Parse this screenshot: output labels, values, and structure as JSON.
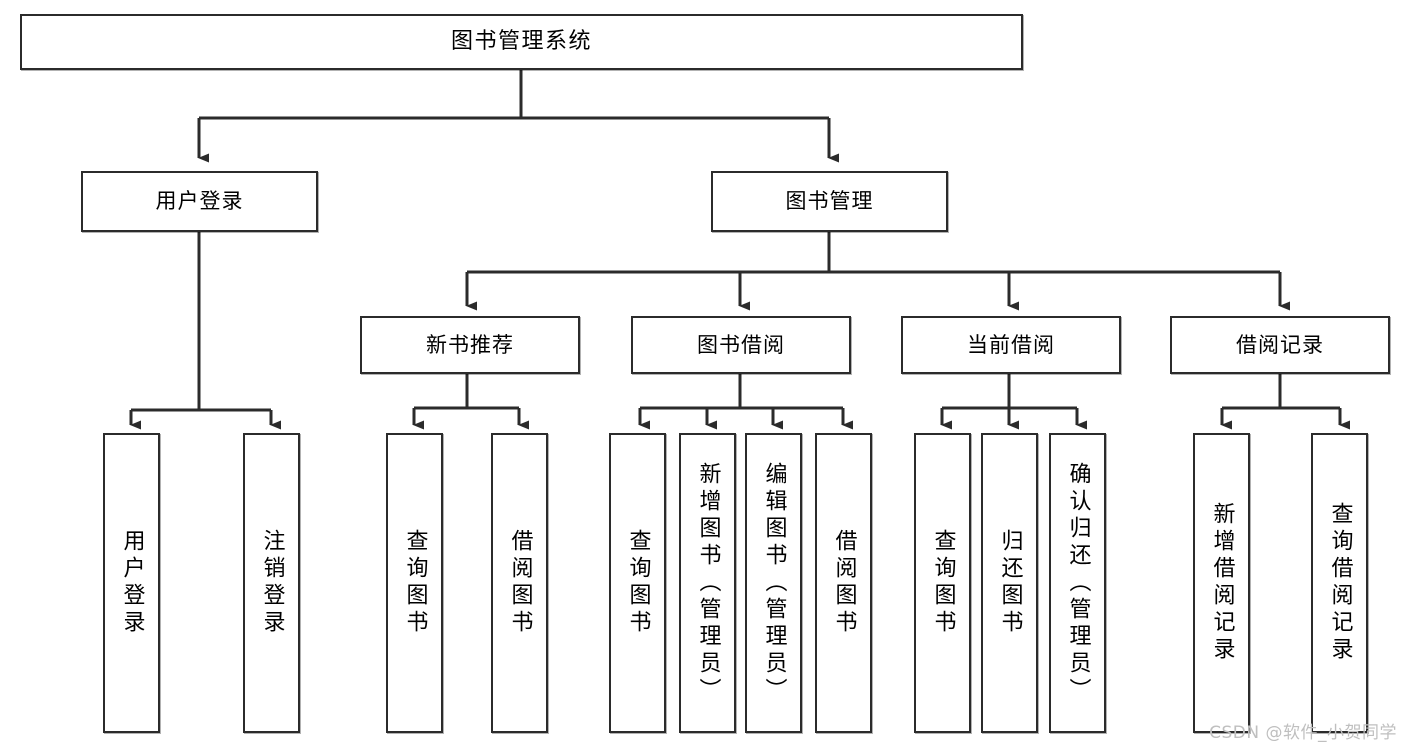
{
  "diagram": {
    "title": "图书管理系统",
    "type": "tree-hierarchy",
    "watermark": "CSDN @软件_小贺同学",
    "line_color": "#2b2b2b",
    "box_fill": "#ffffff",
    "text_color": "#000000",
    "watermark_color": "#bfbfbf"
  },
  "nodes": {
    "root": {
      "label": "图书管理系统",
      "level": 1
    },
    "l2": [
      {
        "label": "用户登录",
        "level": 2
      },
      {
        "label": "图书管理",
        "level": 2
      }
    ],
    "l3": [
      {
        "label": "新书推荐",
        "level": 3
      },
      {
        "label": "图书借阅",
        "level": 3
      },
      {
        "label": "当前借阅",
        "level": 3
      },
      {
        "label": "借阅记录",
        "level": 3
      }
    ],
    "leaves": [
      {
        "label": "用户登录",
        "parent": "用户登录"
      },
      {
        "label": "注销登录",
        "parent": "用户登录"
      },
      {
        "label": "查询图书",
        "parent": "新书推荐"
      },
      {
        "label": "借阅图书",
        "parent": "新书推荐"
      },
      {
        "label": "查询图书",
        "parent": "图书借阅"
      },
      {
        "label": "新增图书（管理员）",
        "parent": "图书借阅"
      },
      {
        "label": "编辑图书（管理员）",
        "parent": "图书借阅"
      },
      {
        "label": "借阅图书",
        "parent": "图书借阅"
      },
      {
        "label": "查询图书",
        "parent": "当前借阅"
      },
      {
        "label": "归还图书",
        "parent": "当前借阅"
      },
      {
        "label": "确认归还（管理员）",
        "parent": "当前借阅"
      },
      {
        "label": "新增借阅记录",
        "parent": "借阅记录"
      },
      {
        "label": "查询借阅记录",
        "parent": "借阅记录"
      }
    ]
  }
}
